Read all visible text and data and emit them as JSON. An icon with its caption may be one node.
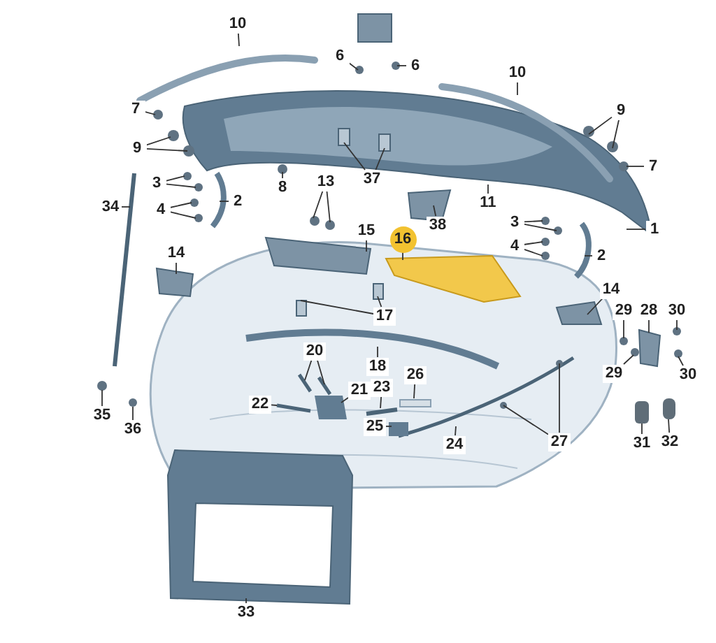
{
  "diagram": {
    "nodes": [
      {
        "text": [
          "10"
        ]
      },
      {
        "text": [
          "6"
        ]
      },
      {
        "text": [
          "6"
        ]
      },
      {
        "text": [
          "10"
        ]
      },
      {
        "text": [
          "9"
        ]
      },
      {
        "text": [
          "7"
        ]
      },
      {
        "text": [
          "9"
        ]
      },
      {
        "text": [
          "7"
        ]
      },
      {
        "text": [
          "37"
        ]
      },
      {
        "text": [
          "3"
        ]
      },
      {
        "text": [
          "13"
        ]
      },
      {
        "text": [
          "8"
        ]
      },
      {
        "text": [
          "11"
        ]
      },
      {
        "text": [
          "2"
        ]
      },
      {
        "text": [
          "4"
        ]
      },
      {
        "text": [
          "34"
        ]
      },
      {
        "text": [
          "3"
        ]
      },
      {
        "text": [
          "38"
        ]
      },
      {
        "text": [
          "1"
        ]
      },
      {
        "text": [
          "15"
        ]
      },
      {
        "text": [
          "16"
        ]
      },
      {
        "text": [
          "14"
        ]
      },
      {
        "text": [
          "4"
        ]
      },
      {
        "text": [
          "2"
        ]
      },
      {
        "text": [
          "14"
        ]
      },
      {
        "text": [
          "29"
        ]
      },
      {
        "text": [
          "28"
        ]
      },
      {
        "text": [
          "30"
        ]
      },
      {
        "text": [
          "17"
        ]
      },
      {
        "text": [
          "20"
        ]
      },
      {
        "text": [
          "18"
        ]
      },
      {
        "text": [
          "26"
        ]
      },
      {
        "text": [
          "29"
        ]
      },
      {
        "text": [
          "30"
        ]
      },
      {
        "text": [
          "23"
        ]
      },
      {
        "text": [
          "21"
        ]
      },
      {
        "text": [
          "22"
        ]
      },
      {
        "text": [
          "35"
        ]
      },
      {
        "text": [
          "36"
        ]
      },
      {
        "text": [
          "25"
        ]
      },
      {
        "text": [
          "31"
        ]
      },
      {
        "text": [
          "32"
        ]
      },
      {
        "text": [
          "27"
        ]
      },
      {
        "text": [
          "24"
        ]
      },
      {
        "text": [
          "33"
        ]
      }
    ],
    "edges": [
      {
        "from": 0,
        "to": null,
        "arrow": "none"
      },
      {
        "from": 1,
        "to": null,
        "arrow": "none"
      },
      {
        "from": 2,
        "to": null,
        "arrow": "none"
      },
      {
        "from": 3,
        "to": null,
        "arrow": "none"
      },
      {
        "from": 4,
        "to": null,
        "arrow": "none"
      },
      {
        "from": 4,
        "to": null,
        "arrow": "none"
      },
      {
        "from": 5,
        "to": null,
        "arrow": "none"
      },
      {
        "from": 6,
        "to": null,
        "arrow": "none"
      },
      {
        "from": 6,
        "to": null,
        "arrow": "none"
      },
      {
        "from": 7,
        "to": null,
        "arrow": "none"
      },
      {
        "from": 8,
        "to": null,
        "arrow": "none"
      },
      {
        "from": 8,
        "to": null,
        "arrow": "none"
      },
      {
        "from": 9,
        "to": null,
        "arrow": "none"
      },
      {
        "from": 9,
        "to": null,
        "arrow": "none"
      },
      {
        "from": 10,
        "to": null,
        "arrow": "none"
      },
      {
        "from": 10,
        "to": null,
        "arrow": "none"
      },
      {
        "from": 11,
        "to": null,
        "arrow": "none"
      },
      {
        "from": 12,
        "to": null,
        "arrow": "none"
      },
      {
        "from": 13,
        "to": null,
        "arrow": "none"
      },
      {
        "from": 14,
        "to": null,
        "arrow": "none"
      },
      {
        "from": 14,
        "to": null,
        "arrow": "none"
      },
      {
        "from": 15,
        "to": null,
        "arrow": "none"
      },
      {
        "from": 16,
        "to": null,
        "arrow": "none"
      },
      {
        "from": 16,
        "to": null,
        "arrow": "none"
      },
      {
        "from": 17,
        "to": null,
        "arrow": "none"
      },
      {
        "from": 18,
        "to": null,
        "arrow": "none"
      },
      {
        "from": 19,
        "to": null,
        "arrow": "none"
      },
      {
        "from": 20,
        "to": null,
        "arrow": "none"
      },
      {
        "from": 21,
        "to": null,
        "arrow": "none"
      },
      {
        "from": 22,
        "to": null,
        "arrow": "none"
      },
      {
        "from": 22,
        "to": null,
        "arrow": "none"
      },
      {
        "from": 23,
        "to": null,
        "arrow": "none"
      },
      {
        "from": 24,
        "to": null,
        "arrow": "none"
      },
      {
        "from": 25,
        "to": null,
        "arrow": "none"
      },
      {
        "from": 26,
        "to": null,
        "arrow": "none"
      },
      {
        "from": 27,
        "to": null,
        "arrow": "none"
      },
      {
        "from": 28,
        "to": null,
        "arrow": "none"
      },
      {
        "from": 28,
        "to": null,
        "arrow": "none"
      },
      {
        "from": 29,
        "to": null,
        "arrow": "none"
      },
      {
        "from": 29,
        "to": null,
        "arrow": "none"
      },
      {
        "from": 30,
        "to": null,
        "arrow": "none"
      },
      {
        "from": 31,
        "to": null,
        "arrow": "none"
      },
      {
        "from": 32,
        "to": null,
        "arrow": "none"
      },
      {
        "from": 33,
        "to": null,
        "arrow": "none"
      },
      {
        "from": 34,
        "to": null,
        "arrow": "none"
      },
      {
        "from": 35,
        "to": null,
        "arrow": "none"
      },
      {
        "from": 36,
        "to": null,
        "arrow": "none"
      },
      {
        "from": 37,
        "to": null,
        "arrow": "none"
      },
      {
        "from": 38,
        "to": null,
        "arrow": "none"
      },
      {
        "from": 39,
        "to": null,
        "arrow": "none"
      },
      {
        "from": 40,
        "to": null,
        "arrow": "none"
      },
      {
        "from": 41,
        "to": null,
        "arrow": "none"
      },
      {
        "from": 42,
        "to": null,
        "arrow": "none"
      },
      {
        "from": 42,
        "to": null,
        "arrow": "none"
      },
      {
        "from": 43,
        "to": null,
        "arrow": "none"
      },
      {
        "from": 44,
        "to": null,
        "arrow": "none"
      }
    ]
  }
}
